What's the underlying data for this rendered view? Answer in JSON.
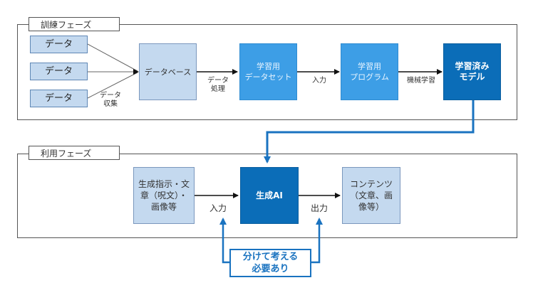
{
  "training_phase": {
    "title": "訓練フェーズ",
    "data_items": [
      "データ",
      "データ",
      "データ"
    ],
    "collect_label": "データ\n収集",
    "database": "データベース",
    "process_label": "データ\n処理",
    "dataset": "学習用\nデータセット",
    "input_label": "入力",
    "program": "学習用\nプログラム",
    "ml_label": "機械学習",
    "trained_model": "学習済み\nモデル"
  },
  "usage_phase": {
    "title": "利用フェーズ",
    "prompt": "生成指示・文\n章（呪文）・\n画像等",
    "input_label": "入力",
    "ai": "生成AI",
    "output_label": "出力",
    "contents": "コンテンツ\n（文章、画\n像等）"
  },
  "callout": "分けて考える\n必要あり",
  "colors": {
    "accent": "#1a73c0",
    "light_node": "#c4d9ef",
    "mid_node": "#3d9ee6",
    "dark_node": "#0b6db8"
  }
}
